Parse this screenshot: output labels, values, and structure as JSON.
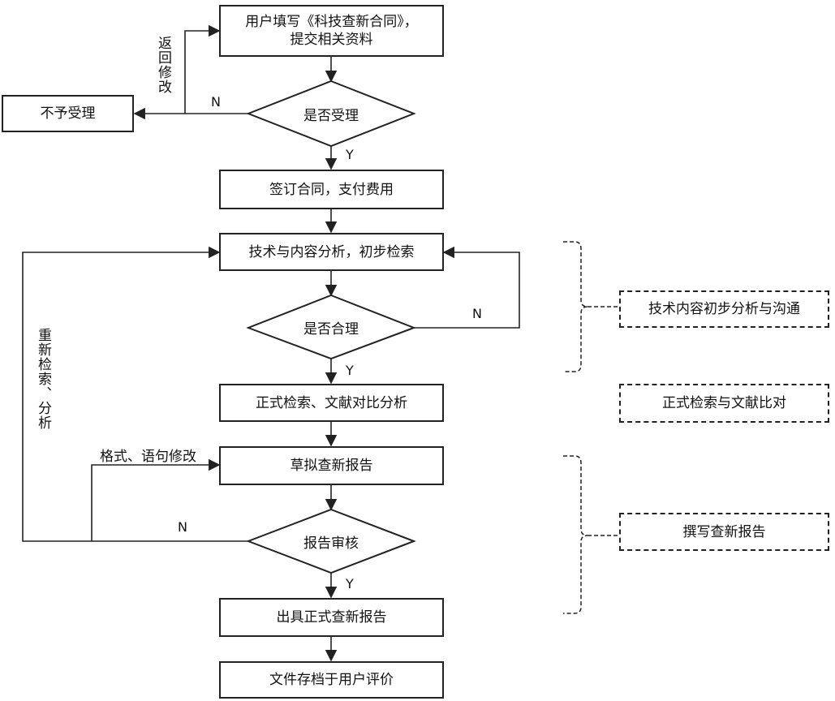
{
  "nodes": {
    "submit": [
      "用户填写《科技查新合同》，",
      "提交相关资料"
    ],
    "accept_check": "是否受理",
    "reject": "不予受理",
    "sign": "签订合同，支付费用",
    "analysis": "技术与内容分析，初步检索",
    "reasonable_check": "是否合理",
    "formal_search": "正式检索、文献对比分析",
    "draft": "草拟查新报告",
    "review": "报告审核",
    "issue": "出具正式查新报告",
    "archive": "文件存档于用户评价"
  },
  "edges": {
    "return_modify": "返回修改",
    "research": "重新检索、分析",
    "format_fix": "格式、语句修改",
    "yes": "Y",
    "no": "N"
  },
  "stages": {
    "stage1": "技术内容初步分析与沟通",
    "stage2": "正式检索与文献比对",
    "stage3": "撰写查新报告"
  }
}
